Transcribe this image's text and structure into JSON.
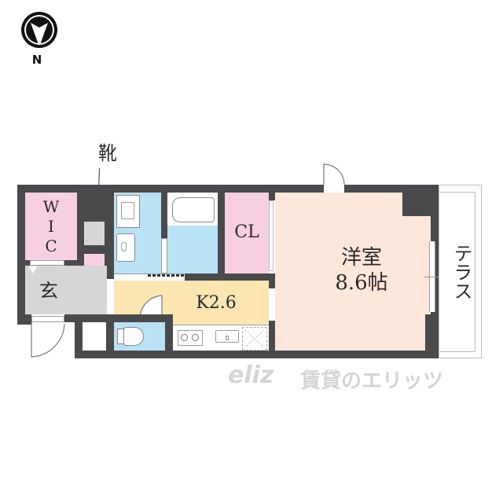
{
  "compass": {
    "direction_label": "N",
    "icon": "north-arrow-icon"
  },
  "floor_plan": {
    "rooms": [
      {
        "id": "wic",
        "label_lines": [
          "W",
          "I",
          "C"
        ],
        "label": "WIC",
        "color": "#f7cfe3"
      },
      {
        "id": "shoe-storage",
        "label": "靴",
        "color": "#f7cfe3"
      },
      {
        "id": "entrance",
        "label": "玄",
        "color": "#d6d6d7"
      },
      {
        "id": "washroom",
        "label": "",
        "color": "#b9e2f5"
      },
      {
        "id": "bathroom",
        "label": "",
        "color": "#b9e2f5"
      },
      {
        "id": "toilet",
        "label": "",
        "color": "#b9e2f5"
      },
      {
        "id": "closet",
        "label": "CL",
        "color": "#f7cfe3"
      },
      {
        "id": "kitchen",
        "label": "K2.6",
        "color": "#fbe6b1"
      },
      {
        "id": "western-room",
        "label_line1": "洋室",
        "label_line2": "8.6帖",
        "color": "#fde7da"
      },
      {
        "id": "terrace",
        "label": "テラス",
        "color": "#ffffff"
      }
    ],
    "wall_color": "#4a4a4c"
  },
  "watermark": {
    "logo": "eliz",
    "text": "賃貸のエリッツ",
    "color": "#d0d0d0"
  }
}
